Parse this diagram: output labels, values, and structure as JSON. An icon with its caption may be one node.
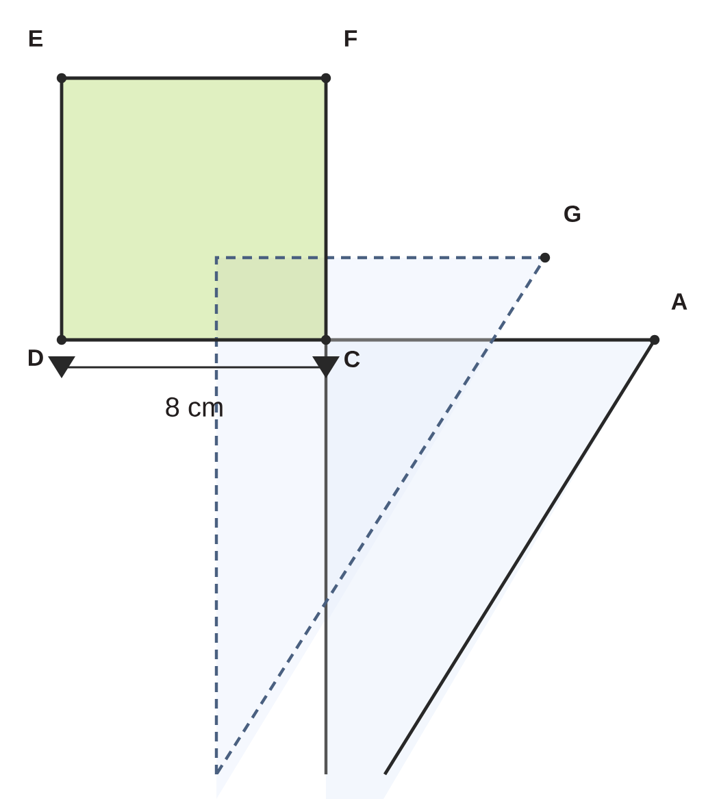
{
  "diagram": {
    "labels": [
      "E",
      "F",
      "G",
      "A",
      "D",
      "C",
      "8 cm"
    ]
  }
}
